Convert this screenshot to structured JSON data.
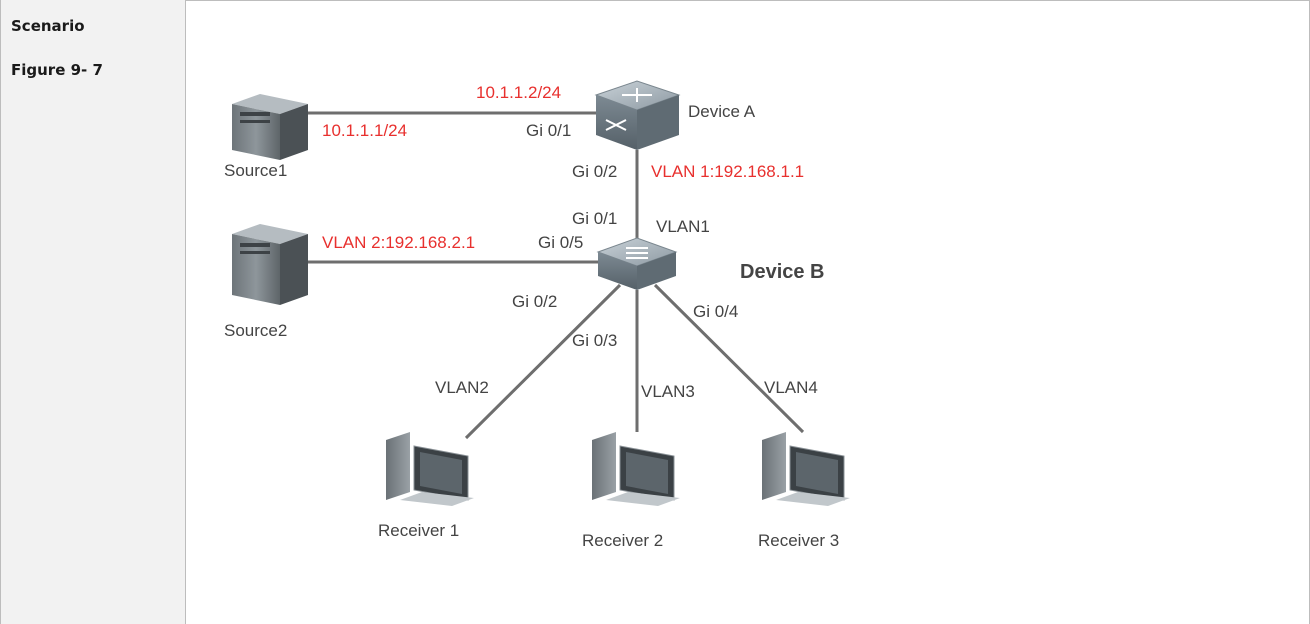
{
  "side": {
    "row1": "Scenario",
    "row2": "Figure 9- 7"
  },
  "colors": {
    "red_label": "#e8302e",
    "text": "#444444",
    "line": "#6e6e6e"
  },
  "diagram": {
    "device_a": "Device A",
    "device_b": "Device B",
    "source1": "Source1",
    "source2": "Source2",
    "receivers": [
      "Receiver 1",
      "Receiver 2",
      "Receiver 3"
    ],
    "ip_a_upper": "10.1.1.2/24",
    "ip_src1": "10.1.1.1/24",
    "vlan1_ip": "VLAN 1:192.168.1.1",
    "vlan2_ip": "VLAN 2:192.168.2.1",
    "ports": {
      "a_gi01": "Gi 0/1",
      "a_gi02": "Gi 0/2",
      "b_gi01": "Gi 0/1",
      "b_gi05": "Gi 0/5",
      "b_gi02": "Gi 0/2",
      "b_gi03": "Gi 0/3",
      "b_gi04": "Gi 0/4"
    },
    "vlan_b": "VLAN1",
    "vlan_links": [
      "VLAN2",
      "VLAN3",
      "VLAN4"
    ]
  }
}
